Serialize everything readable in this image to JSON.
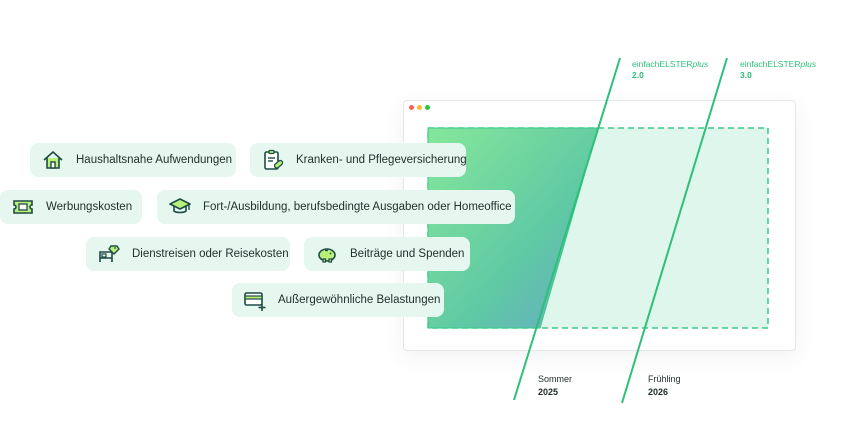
{
  "chips": [
    {
      "name": "chip-haushaltsnahe",
      "label": "Haushaltsnahe Aufwendungen",
      "icon": "house-icon"
    },
    {
      "name": "chip-kranken",
      "label": "Kranken- und Pflegeversicherung",
      "icon": "clipboard-pill-icon"
    },
    {
      "name": "chip-werbungskosten",
      "label": "Werbungskosten",
      "icon": "ticket-icon"
    },
    {
      "name": "chip-fortbildung",
      "label": "Fort-/Ausbildung, berufsbedingte Ausgaben oder Homeoffice",
      "icon": "graduation-cap-icon"
    },
    {
      "name": "chip-dienstreisen",
      "label": "Dienstreisen oder Reisekosten",
      "icon": "bed-tag-icon"
    },
    {
      "name": "chip-beitraege",
      "label": "Beiträge und Spenden",
      "icon": "piggy-bank-icon"
    },
    {
      "name": "chip-belastungen",
      "label": "Außergewöhnliche Belastungen",
      "icon": "card-plus-icon"
    }
  ],
  "versions": [
    {
      "prefix": "einfachELSTER",
      "suffix": "plus",
      "number": "2.0"
    },
    {
      "prefix": "einfachELSTER",
      "suffix": "plus",
      "number": "3.0"
    }
  ],
  "dates": [
    {
      "season": "Sommer",
      "year": "2025"
    },
    {
      "season": "Frühling",
      "year": "2026"
    }
  ],
  "colors": {
    "accent": "#2fbf7a",
    "chip_bg": "#e6f7ef",
    "icon_fill": "#b8f07a",
    "icon_stroke": "#1e4a45",
    "dot_red": "#ff5f57",
    "dot_yellow": "#febc2e",
    "dot_green": "#28c840"
  }
}
